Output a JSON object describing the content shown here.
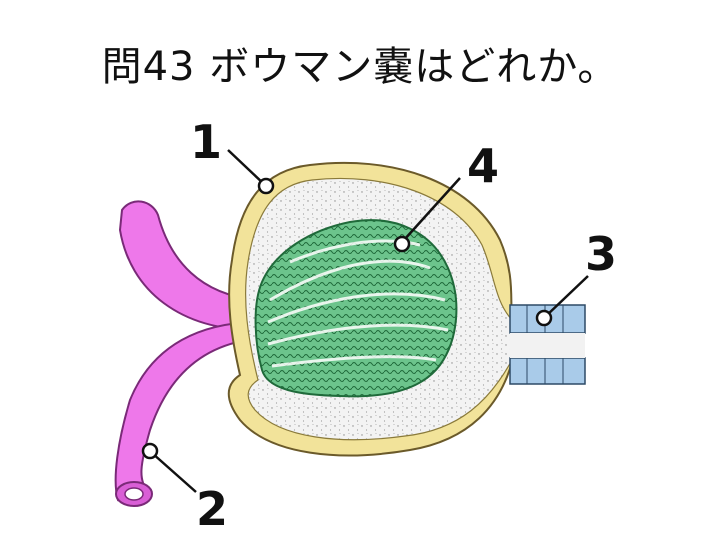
{
  "question": {
    "title": "問43 ボウマン嚢はどれか。"
  },
  "labels": [
    {
      "id": "1",
      "text": "1"
    },
    {
      "id": "2",
      "text": "2"
    },
    {
      "id": "3",
      "text": "3"
    },
    {
      "id": "4",
      "text": "4"
    }
  ],
  "colors": {
    "capsule": "#f2e39a",
    "capsule_outline": "#6b5a2a",
    "space": "#f2f2f2",
    "glomerulus": "#6cc48c",
    "glomerulus_outline": "#1f6a3a",
    "arteriole": "#ee78ea",
    "arteriole_outline": "#7a2a78",
    "tubule": "#a9cbe9",
    "tubule_outline": "#2d4a66"
  }
}
